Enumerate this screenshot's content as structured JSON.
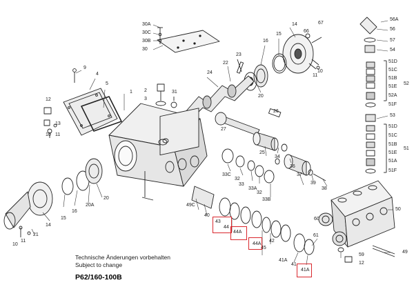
{
  "notes": {
    "line1": "Technische Änderungen vorbehalten",
    "line2": "Subject to change"
  },
  "model": "P62/160-100B",
  "highlight_color": "#d9262c",
  "labels": {
    "l56A": "56A",
    "l56": "56",
    "l57": "57",
    "l54": "54",
    "l51D_top": "51D",
    "l51C_top": "51C",
    "l51B_top": "51B",
    "l51E_top": "51E",
    "l52A": "52A",
    "l51F_top": "51F",
    "l52": "52",
    "l53": "53",
    "l51D_bot": "51D",
    "l51C_bot": "51C",
    "l51B_bot": "51B",
    "l51E_bot": "51E",
    "l51A": "51A",
    "l51F_bot": "51F",
    "l51": "51",
    "l30A": "30A",
    "l30C": "30C",
    "l30B": "30B",
    "l30": "30",
    "l14_top": "14",
    "l66": "66",
    "l67": "67",
    "l15_top": "15",
    "l16_top": "16",
    "l23": "23",
    "l22": "22",
    "l10_top": "10",
    "l11_top": "11",
    "l9": "9",
    "l4": "4",
    "l5": "5",
    "l1": "1",
    "l2": "2",
    "l3": "3",
    "l31": "31",
    "l24": "24",
    "l20": "20",
    "l26": "26",
    "l27": "27",
    "l12_left": "12",
    "l13": "13",
    "l10_left": "10",
    "l11_left": "11",
    "l25": "25",
    "l34": "34",
    "l36": "36",
    "l37": "37",
    "l39": "39",
    "l38": "38",
    "l33C": "33C",
    "l32_a": "32",
    "l33": "33",
    "l33A": "33A",
    "l32_b": "32",
    "l33B": "33B",
    "l20A": "20A",
    "l49C": "49C",
    "l15_bot": "15",
    "l16_bot": "16",
    "l14_bot": "14",
    "l21": "21",
    "l10_bot": "10",
    "l11_bot": "11",
    "l40": "40",
    "l43": "43",
    "l44": "44",
    "l44A_a": "44A",
    "l44A_b": "44A",
    "l45": "45",
    "l42": "42",
    "l41A_a": "41A",
    "l41": "41",
    "l41A_b": "41A",
    "l60": "60",
    "l61": "61",
    "l50": "50",
    "l59": "59",
    "l49": "49",
    "l12_bot": "12"
  }
}
